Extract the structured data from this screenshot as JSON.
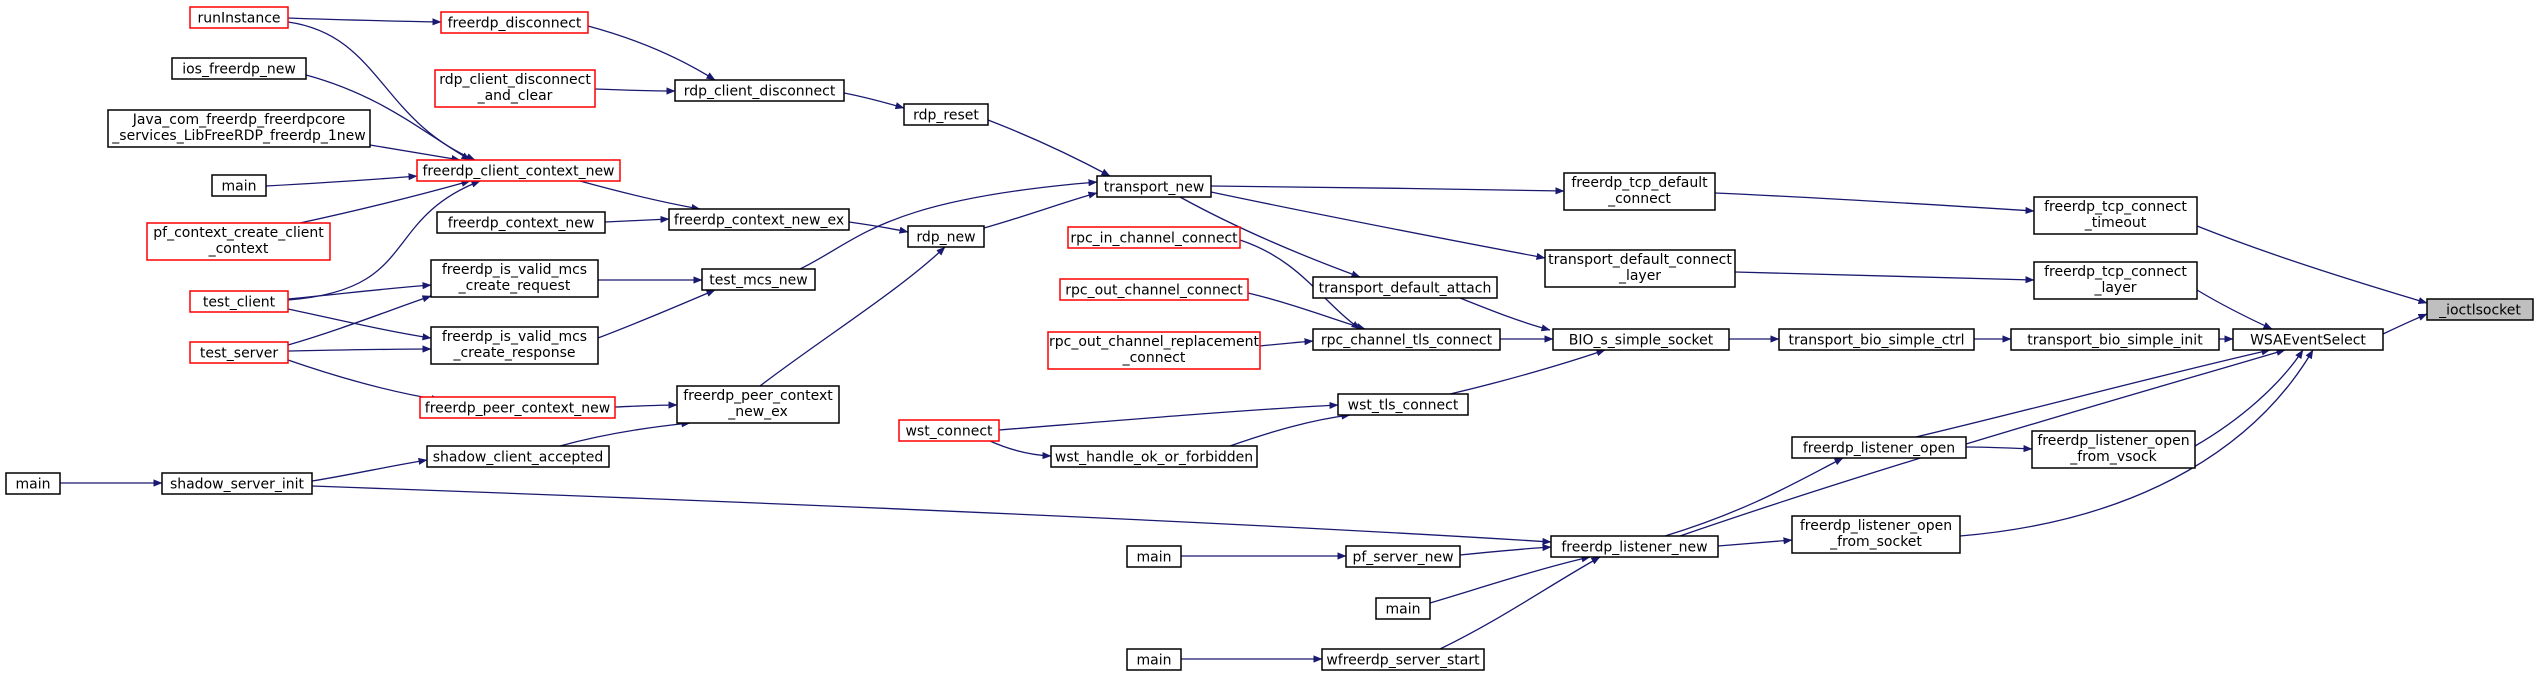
{
  "colors": {
    "edge": "#191970",
    "node_border": "#000000",
    "node_border_incomplete": "#ff0000",
    "root_fill": "#bfbfbf",
    "background": "#ffffff"
  },
  "nodes": [
    {
      "id": "n_ioctlsocket",
      "lines": [
        "_ioctlsocket"
      ],
      "border": "root"
    },
    {
      "id": "n_wsaeventselect",
      "lines": [
        "WSAEventSelect"
      ],
      "border": "black"
    },
    {
      "id": "n_tcp_connect_timeout",
      "lines": [
        "freerdp_tcp_connect",
        "_timeout"
      ],
      "border": "black"
    },
    {
      "id": "n_tcp_connect_layer",
      "lines": [
        "freerdp_tcp_connect",
        "_layer"
      ],
      "border": "black"
    },
    {
      "id": "n_transport_bio_simple_init",
      "lines": [
        "transport_bio_simple_init"
      ],
      "border": "black"
    },
    {
      "id": "n_listener_open_vsock",
      "lines": [
        "freerdp_listener_open",
        "_from_vsock"
      ],
      "border": "black"
    },
    {
      "id": "n_listener_open",
      "lines": [
        "freerdp_listener_open"
      ],
      "border": "black"
    },
    {
      "id": "n_listener_open_socket",
      "lines": [
        "freerdp_listener_open",
        "_from_socket"
      ],
      "border": "black"
    },
    {
      "id": "n_tcp_default_connect",
      "lines": [
        "freerdp_tcp_default",
        "_connect"
      ],
      "border": "black"
    },
    {
      "id": "n_transport_default_connect_layer",
      "lines": [
        "transport_default_connect",
        "_layer"
      ],
      "border": "black"
    },
    {
      "id": "n_transport_bio_simple_ctrl",
      "lines": [
        "transport_bio_simple_ctrl"
      ],
      "border": "black"
    },
    {
      "id": "n_bio_s_simple_socket",
      "lines": [
        "BIO_s_simple_socket"
      ],
      "border": "black"
    },
    {
      "id": "n_freerdp_listener_new",
      "lines": [
        "freerdp_listener_new"
      ],
      "border": "black"
    },
    {
      "id": "n_transport_new",
      "lines": [
        "transport_new"
      ],
      "border": "black"
    },
    {
      "id": "n_transport_default_attach",
      "lines": [
        "transport_default_attach"
      ],
      "border": "black"
    },
    {
      "id": "n_rpc_channel_tls_connect",
      "lines": [
        "rpc_channel_tls_connect"
      ],
      "border": "black"
    },
    {
      "id": "n_wst_tls_connect",
      "lines": [
        "wst_tls_connect"
      ],
      "border": "black"
    },
    {
      "id": "n_pf_server_new",
      "lines": [
        "pf_server_new"
      ],
      "border": "black"
    },
    {
      "id": "n_main_mid",
      "lines": [
        "main"
      ],
      "border": "black"
    },
    {
      "id": "n_wfreerdp_server_start",
      "lines": [
        "wfreerdp_server_start"
      ],
      "border": "black"
    },
    {
      "id": "n_rpc_in_channel_connect",
      "lines": [
        "rpc_in_channel_connect"
      ],
      "border": "red"
    },
    {
      "id": "n_rpc_out_channel_connect",
      "lines": [
        "rpc_out_channel_connect"
      ],
      "border": "red"
    },
    {
      "id": "n_rpc_out_channel_replacement_connect",
      "lines": [
        "rpc_out_channel_replacement",
        "_connect"
      ],
      "border": "red"
    },
    {
      "id": "n_wst_handle_ok_or_forbidden",
      "lines": [
        "wst_handle_ok_or_forbidden"
      ],
      "border": "black"
    },
    {
      "id": "n_wst_connect",
      "lines": [
        "wst_connect"
      ],
      "border": "red"
    },
    {
      "id": "n_main_pf",
      "lines": [
        "main"
      ],
      "border": "black"
    },
    {
      "id": "n_main_wf",
      "lines": [
        "main"
      ],
      "border": "black"
    },
    {
      "id": "n_rdp_reset",
      "lines": [
        "rdp_reset"
      ],
      "border": "black"
    },
    {
      "id": "n_rdp_new",
      "lines": [
        "rdp_new"
      ],
      "border": "black"
    },
    {
      "id": "n_rdp_client_disconnect",
      "lines": [
        "rdp_client_disconnect"
      ],
      "border": "black"
    },
    {
      "id": "n_freerdp_context_new_ex",
      "lines": [
        "freerdp_context_new_ex"
      ],
      "border": "black"
    },
    {
      "id": "n_test_mcs_new",
      "lines": [
        "test_mcs_new"
      ],
      "border": "black"
    },
    {
      "id": "n_freerdp_peer_context_new_ex",
      "lines": [
        "freerdp_peer_context",
        "_new_ex"
      ],
      "border": "black"
    },
    {
      "id": "n_freerdp_disconnect",
      "lines": [
        "freerdp_disconnect"
      ],
      "border": "red"
    },
    {
      "id": "n_rdp_client_disconnect_and_clear",
      "lines": [
        "rdp_client_disconnect",
        "_and_clear"
      ],
      "border": "red"
    },
    {
      "id": "n_freerdp_client_context_new",
      "lines": [
        "freerdp_client_context_new"
      ],
      "border": "red"
    },
    {
      "id": "n_freerdp_context_new",
      "lines": [
        "freerdp_context_new"
      ],
      "border": "black"
    },
    {
      "id": "n_is_valid_mcs_create_request",
      "lines": [
        "freerdp_is_valid_mcs",
        "_create_request"
      ],
      "border": "black"
    },
    {
      "id": "n_is_valid_mcs_create_response",
      "lines": [
        "freerdp_is_valid_mcs",
        "_create_response"
      ],
      "border": "black"
    },
    {
      "id": "n_freerdp_peer_context_new",
      "lines": [
        "freerdp_peer_context_new"
      ],
      "border": "red"
    },
    {
      "id": "n_shadow_client_accepted",
      "lines": [
        "shadow_client_accepted"
      ],
      "border": "black"
    },
    {
      "id": "n_shadow_server_init",
      "lines": [
        "shadow_server_init"
      ],
      "border": "black"
    },
    {
      "id": "n_runinstance",
      "lines": [
        "runInstance"
      ],
      "border": "red"
    },
    {
      "id": "n_ios_freerdp_new",
      "lines": [
        "ios_freerdp_new"
      ],
      "border": "black"
    },
    {
      "id": "n_java_freerdp_new",
      "lines": [
        "Java_com_freerdp_freerdpcore",
        "_services_LibFreeRDP_freerdp_1new"
      ],
      "border": "black"
    },
    {
      "id": "n_main_left",
      "lines": [
        "main"
      ],
      "border": "black"
    },
    {
      "id": "n_pf_context_create_client_context",
      "lines": [
        "pf_context_create_client",
        "_context"
      ],
      "border": "red"
    },
    {
      "id": "n_test_client",
      "lines": [
        "test_client"
      ],
      "border": "red"
    },
    {
      "id": "n_test_server",
      "lines": [
        "test_server"
      ],
      "border": "red"
    },
    {
      "id": "n_main_far",
      "lines": [
        "main"
      ],
      "border": "black"
    }
  ]
}
